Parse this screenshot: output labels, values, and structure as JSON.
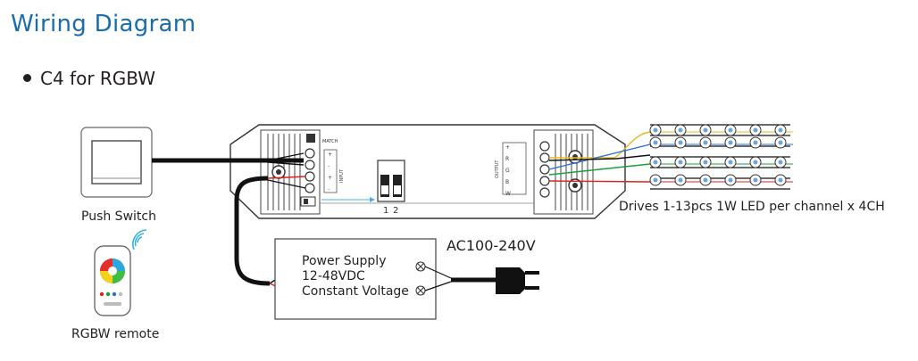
{
  "header": {
    "title": "Wiring Diagram",
    "subtitle": "C4 for RGBW"
  },
  "devices": {
    "push_switch_label": "Push Switch",
    "remote_label": "RGBW remote",
    "power_supply_lines": [
      "Power Supply",
      "12-48VDC",
      "Constant Voltage"
    ],
    "ac_label": "AC100-240V",
    "leds_label": "Drives 1-13pcs 1W LED per channel x 4CH"
  },
  "controller": {
    "match_label": "MATCH",
    "dip_labels": [
      "1",
      "2"
    ],
    "input_label": "INPUT",
    "output_label": "OUTPUT"
  },
  "wire_colors": {
    "ch1": "#e8b820",
    "ch2": "#2a6fd6",
    "ch3": "#19a03a",
    "ch4": "#e02020",
    "positive": "#e02020",
    "negative": "#111111",
    "signal": "#3cb4e0"
  },
  "icons": [
    "push-switch-icon",
    "rgbw-remote-icon",
    "wireless-signal-icon",
    "led-emitter-icon",
    "ac-plug-icon",
    "dip-switch-icon"
  ]
}
